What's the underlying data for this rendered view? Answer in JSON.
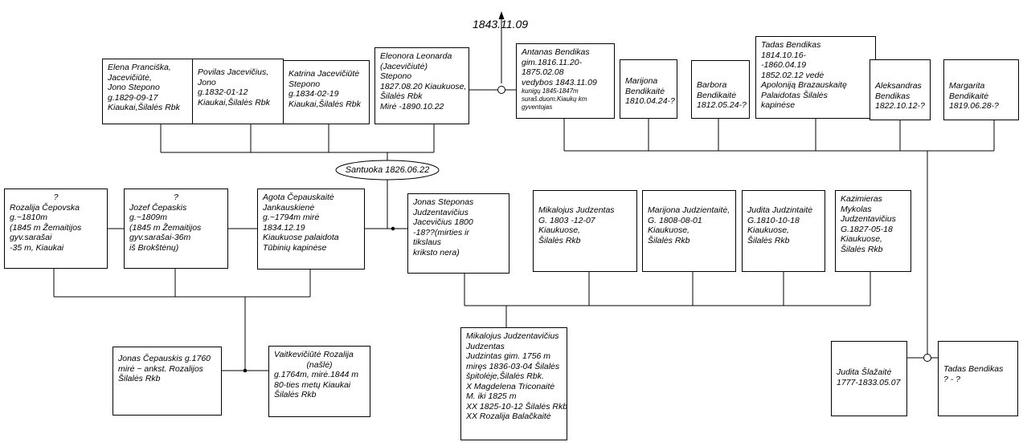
{
  "date_label": "1843.11.09",
  "marriage_oval": "Santuoka 1826.06.22",
  "boxes": [
    {
      "id": "elena",
      "lines": [
        "Elena Prancis̆ka,",
        "Jacevičiūtė,",
        "Jono Stepono",
        "g.1829-09-17",
        "Kiaukai,Šilalės Rbk"
      ]
    },
    {
      "id": "povilas",
      "lines": [
        "Povilas Jacevičius,",
        "Jono",
        "g.1832-01-12",
        "Kiaukai,Šilalės Rbk"
      ]
    },
    {
      "id": "katrina",
      "lines": [
        "Katrina Jacevičiūtė",
        "Stepono",
        "g.1834-02-19",
        "Kiaukai,Šilalės Rbk"
      ]
    },
    {
      "id": "eleonora",
      "lines": [
        "Eleonora Leonarda",
        "(Jacevičiutė)",
        "Stepono",
        "1827.08.20 Kiaukuose,",
        "Šilalės Rbk",
        "Mirė -1890.10.22"
      ]
    },
    {
      "id": "antanas",
      "lines": [
        "Antanas Bendikas",
        "gim.1816.11.20-",
        "1875.02.08",
        "vedybos 1843.11.09",
        "kunigų 1845-1847m",
        "suraš.duom.Kiaukų km",
        "gyventojas"
      ]
    },
    {
      "id": "marijona_b",
      "lines": [
        "Marijona",
        "Bendikaitė",
        "1810.04.24-?"
      ]
    },
    {
      "id": "barbora",
      "lines": [
        "Barbora",
        "Bendikaitė",
        "1812.05.24-?"
      ]
    },
    {
      "id": "tadas1",
      "lines": [
        "Tadas Bendikas",
        "1814.10.16-",
        "-1860.04.19",
        "1852.02.12  vedė",
        "Apoloniją Brazauskaitę",
        "Palaidotas Šilalės",
        "kapinėse"
      ]
    },
    {
      "id": "aleksandras",
      "lines": [
        "Aleksandras",
        "Bendikas",
        "1822.10.12-?"
      ]
    },
    {
      "id": "margarita",
      "lines": [
        "Margarita",
        "Bendikaitė",
        "1819.06.28-?"
      ]
    },
    {
      "id": "rozalija",
      "lines": [
        "?",
        "Rozalija Čepovska",
        "g.~1810m",
        "(1845 m Žemaitijos",
        "gyv.sarašai",
        "-35 m, Kiaukai"
      ]
    },
    {
      "id": "jozef",
      "lines": [
        "?",
        "Jozef Čepaskis",
        "g.~1809m",
        "(1845 m Žemaitijos",
        "gyv.sarašai-36m",
        "iš Brokštėnų)"
      ]
    },
    {
      "id": "agota",
      "lines": [
        "Agota Čepauskaitė",
        "Jankauskienė",
        "g.~1794m mirė",
        "1834.12.19",
        "Kiaukuose palaidota",
        "Tūbinių kapinėse"
      ]
    },
    {
      "id": "jonas_s",
      "lines": [
        "Jonas Steponas",
        "Judzentavičius",
        "Jacevičius 1800",
        "-18??(mirties ir",
        "tikslaus",
        "kriksto nera)"
      ]
    },
    {
      "id": "mikalojus_j",
      "lines": [
        "Mikalojus Judzentas",
        "G. 1803 -12-07",
        "Kiaukuose,",
        "Šilalės Rkb"
      ]
    },
    {
      "id": "marijona_j",
      "lines": [
        "Marijona Judzientaitė,",
        "G. 1808-08-01",
        "Kiaukuose,",
        "Šilalės Rkb"
      ]
    },
    {
      "id": "judita_j",
      "lines": [
        "Judita Judzintaitė",
        "G.1810-10-18",
        "Kiaukuose,",
        "Šilalės Rkb"
      ]
    },
    {
      "id": "kazimieras",
      "lines": [
        "Kazimieras",
        "Mykolas",
        "Judzentavičius",
        "G.1827-05-18",
        "Kiaukuose,",
        "Šilalės Rkb"
      ]
    },
    {
      "id": "jonas_c",
      "lines": [
        "Jonas Čepauskis g.1760",
        "mirė ~ ankst. Rozalijos",
        "Šilalės Rkb"
      ]
    },
    {
      "id": "vaitkeviciute",
      "lines": [
        "Vaitkevičiūtė Rozalija",
        "(našlė)",
        "g.1764m, mirė.1844 m",
        "80-ties metų Kiaukai",
        "Šilalės Rkb"
      ]
    },
    {
      "id": "mikalojus_s",
      "lines": [
        "Mikalojus  Judzentavičius",
        "Judzentas",
        "Judzintas gim. 1756 m",
        "miręs 1836-03-04 Šilalės",
        "špitolėje,Šilalės Rbk.",
        "X Magdelena Triconaitė",
        "M. iki 1825 m",
        "XX 1825-10-12 Šilalės Rkb.",
        "XX Rozalija Balačkaitė"
      ]
    },
    {
      "id": "judita_s",
      "lines": [
        "Judita Šlažaitė",
        "1777-1833.05.07"
      ]
    },
    {
      "id": "tadas2",
      "lines": [
        "Tadas Bendikas",
        "?  - ?"
      ]
    }
  ]
}
